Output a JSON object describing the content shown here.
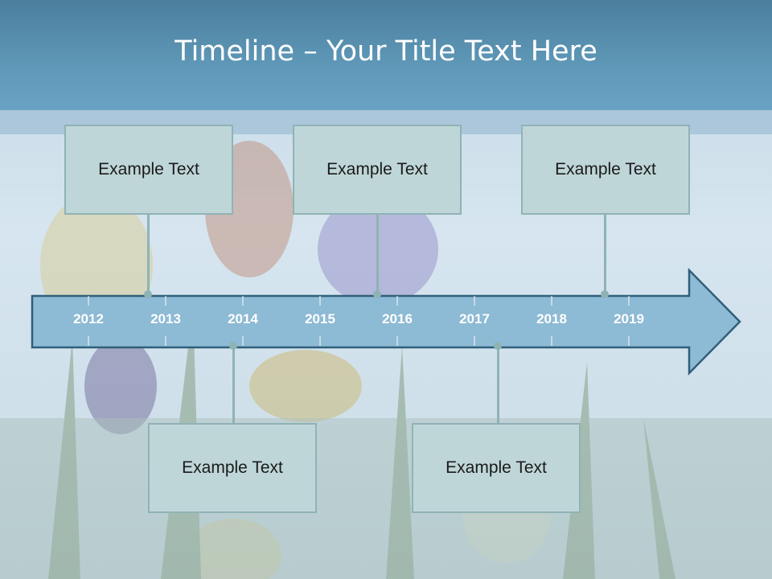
{
  "slide": {
    "title": "Timeline – Your Title Text Here"
  },
  "timeline": {
    "years": [
      "2012",
      "2013",
      "2014",
      "2015",
      "2016",
      "2017",
      "2018",
      "2019"
    ]
  },
  "events": [
    {
      "text": "Example Text"
    },
    {
      "text": "Example Text"
    },
    {
      "text": "Example Text"
    },
    {
      "text": "Example Text"
    },
    {
      "text": "Example Text"
    }
  ],
  "colors": {
    "title_bar": "#5f98b8",
    "arrow_fill": "#8dbad4",
    "arrow_stroke": "#2f5f7a",
    "box_fill": "#bfd6d8",
    "box_border": "#8fb3b5"
  }
}
